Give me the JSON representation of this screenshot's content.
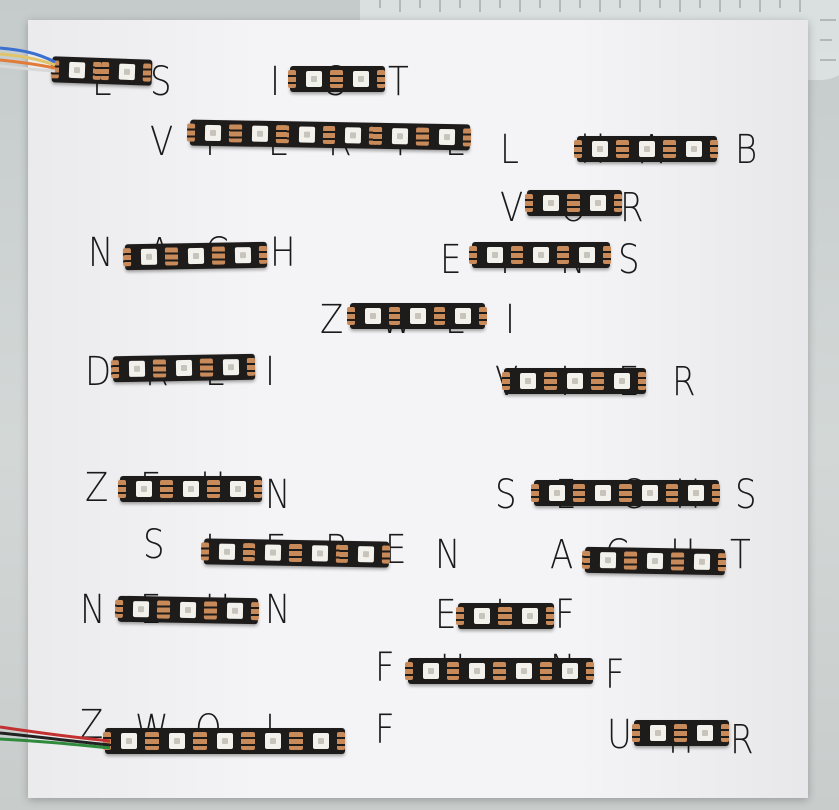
{
  "photo": {
    "letters": [
      "E",
      "S",
      "I",
      "S",
      "T",
      "V",
      "I",
      "E",
      "R",
      "T",
      "E",
      "L",
      "H",
      "A",
      "B",
      "V",
      "O",
      "R",
      "N",
      "A",
      "C",
      "H",
      "E",
      "I",
      "N",
      "S",
      "Z",
      "W",
      "E",
      "I",
      "D",
      "R",
      "E",
      "I",
      "V",
      "I",
      "E",
      "R",
      "Z",
      "E",
      "H",
      "N",
      "S",
      "E",
      "C",
      "H",
      "S",
      "S",
      "I",
      "E",
      "B",
      "E",
      "N",
      "A",
      "C",
      "H",
      "T",
      "N",
      "E",
      "U",
      "N",
      "E",
      "L",
      "F",
      "F",
      "U",
      "N",
      "F",
      "Z",
      "W",
      "O",
      "L",
      "F",
      "U",
      "H",
      "R"
    ],
    "colors": {
      "board": "#f4f4f6",
      "strip": "#1e1b1b",
      "led": "#f3f1ec",
      "pad": "#c98a5a",
      "ink": "#1a1a1a",
      "backdrop": "#c9cfcf"
    }
  }
}
